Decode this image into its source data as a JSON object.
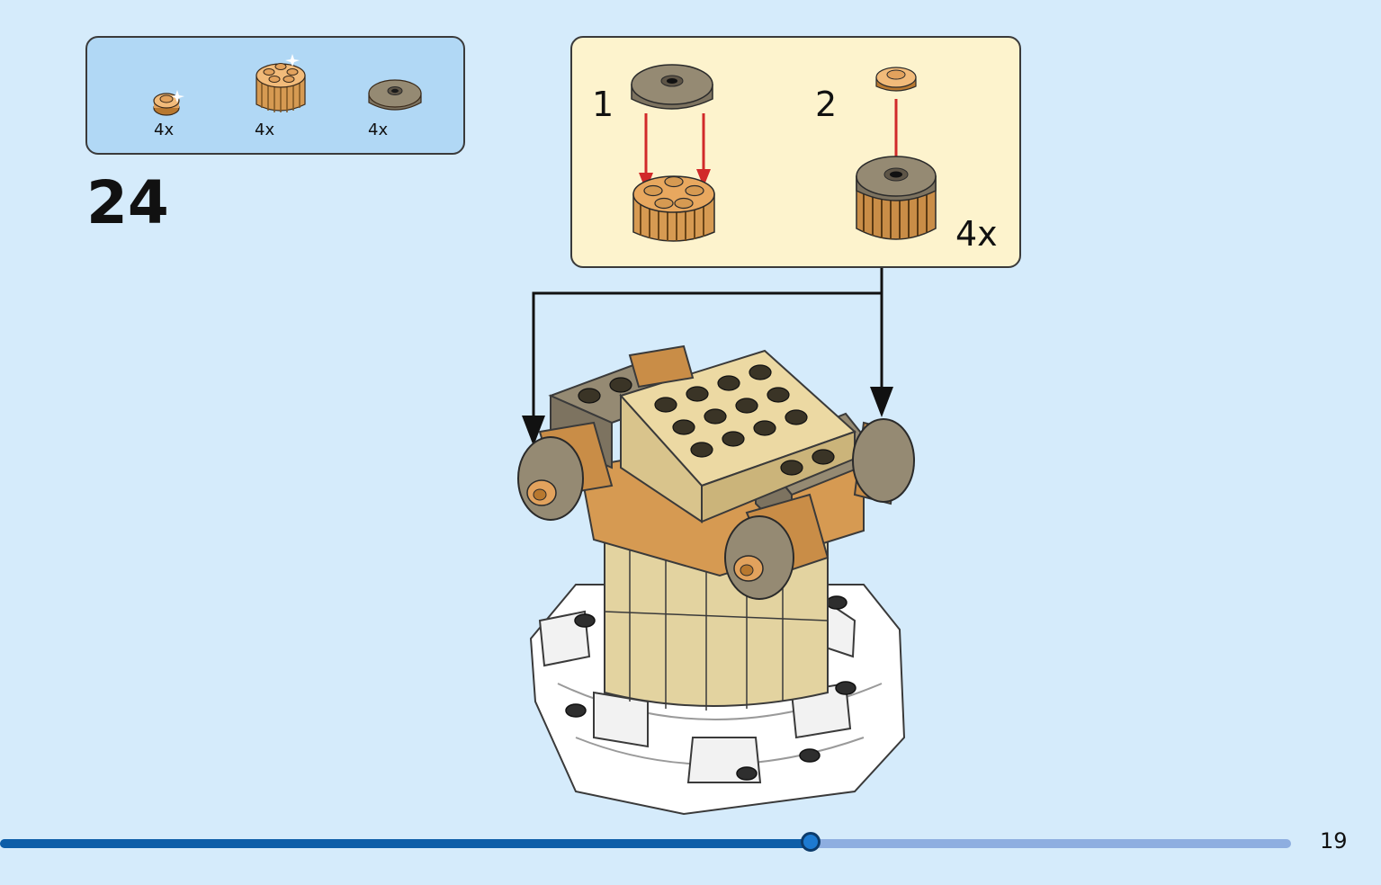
{
  "parts_list": {
    "items": [
      {
        "name": "round-tile-1x1-icon",
        "count": "4x",
        "color": "#e2a25d"
      },
      {
        "name": "round-brick-2x2-grille-icon",
        "count": "4x",
        "color": "#e2a25d"
      },
      {
        "name": "round-tile-2x2-hole-icon",
        "count": "4x",
        "color": "#958a73"
      }
    ]
  },
  "step": {
    "number": "24"
  },
  "sub_assembly": {
    "steps": [
      {
        "label": "1"
      },
      {
        "label": "2"
      }
    ],
    "multiplier": "4x"
  },
  "progress": {
    "fraction": 0.628
  },
  "page": {
    "number": "19"
  },
  "colors": {
    "background": "#d5ebfb",
    "parts_box": "#b1d8f5",
    "sub_box": "#fdf3cd",
    "arrow_red": "#d12a2a",
    "progress_fill": "#0d5ea8",
    "progress_track": "#8eaee0"
  }
}
